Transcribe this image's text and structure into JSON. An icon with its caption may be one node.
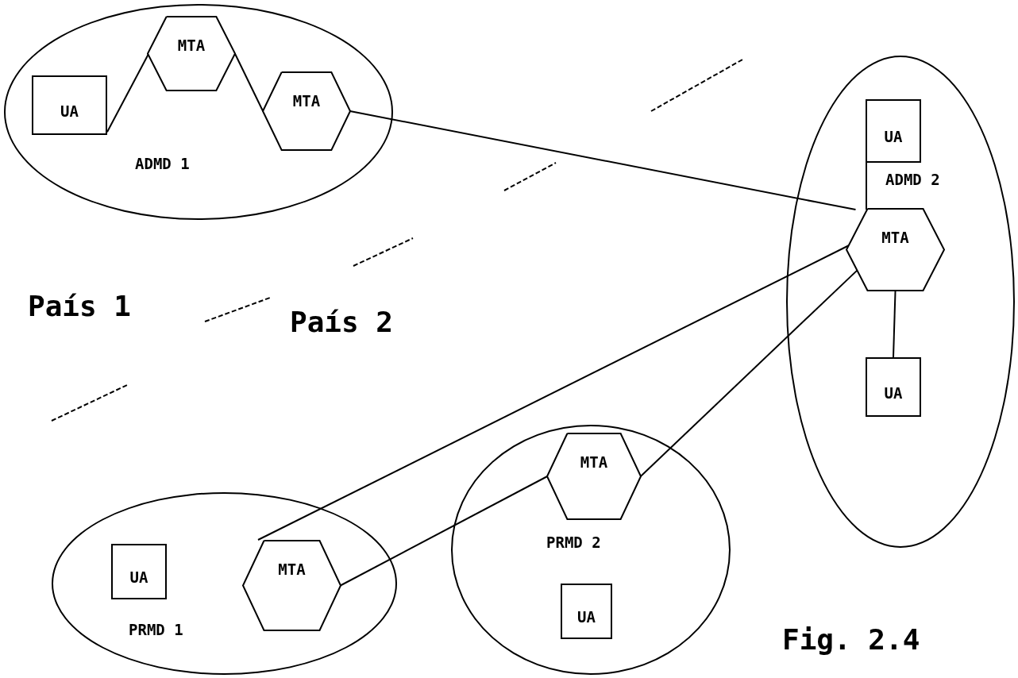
{
  "diagram": {
    "nodes": [
      {
        "text": [
          "ADMD 1"
        ]
      },
      {
        "text": [
          "UA"
        ],
        "in": 0
      },
      {
        "text": [
          "MTA"
        ],
        "in": 0
      },
      {
        "text": [
          "MTA"
        ],
        "in": 0
      },
      {
        "text": [
          "ADMD 2"
        ]
      },
      {
        "text": [
          "UA"
        ],
        "in": 4
      },
      {
        "text": [
          "MTA"
        ],
        "in": 4
      },
      {
        "text": [
          "UA"
        ],
        "in": 4
      },
      {
        "text": [
          "PRMD 1"
        ]
      },
      {
        "text": [
          "UA"
        ],
        "in": 8
      },
      {
        "text": [
          "MTA"
        ],
        "in": 8
      },
      {
        "text": [
          "PRMD 2"
        ]
      },
      {
        "text": [
          "MTA"
        ],
        "in": 11
      },
      {
        "text": [
          "UA"
        ],
        "in": 11
      }
    ],
    "edges": [
      {
        "from": 1,
        "to": 2,
        "arrow": "none"
      },
      {
        "from": 2,
        "to": 3,
        "arrow": "none"
      },
      {
        "from": 3,
        "to": 6,
        "arrow": "none"
      },
      {
        "from": 6,
        "to": 7,
        "arrow": "none"
      },
      {
        "from": 10,
        "to": 6,
        "arrow": "none"
      },
      {
        "from": 10,
        "to": 12,
        "arrow": "none"
      },
      {
        "from": 12,
        "to": 6,
        "arrow": "none"
      }
    ],
    "labels": [
      "País 1",
      "País 2",
      "Fig. 2.4"
    ]
  }
}
